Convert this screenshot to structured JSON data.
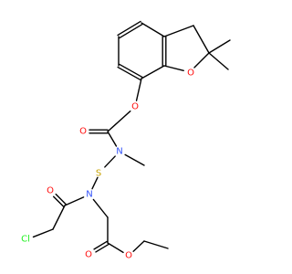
{
  "colors": {
    "bond": "#000000",
    "carbon": "#000000",
    "oxygen": "#ff0d0d",
    "nitrogen": "#3050f8",
    "sulfur": "#c6a100",
    "chlorine": "#1ff01f"
  },
  "atoms": {
    "o_ether": {
      "symbol": "O",
      "color": "oxygen"
    },
    "o_ring": {
      "symbol": "O",
      "color": "oxygen"
    },
    "o_carbamate": {
      "symbol": "O",
      "color": "oxygen"
    },
    "n_methyl": {
      "symbol": "N",
      "color": "nitrogen"
    },
    "s_link": {
      "symbol": "S",
      "color": "sulfur"
    },
    "n_amide": {
      "symbol": "N",
      "color": "nitrogen"
    },
    "o_amide": {
      "symbol": "O",
      "color": "oxygen"
    },
    "cl": {
      "symbol": "Cl",
      "color": "chlorine"
    },
    "o_ester_carbonyl": {
      "symbol": "O",
      "color": "oxygen"
    },
    "o_ester": {
      "symbol": "O",
      "color": "oxygen"
    }
  }
}
